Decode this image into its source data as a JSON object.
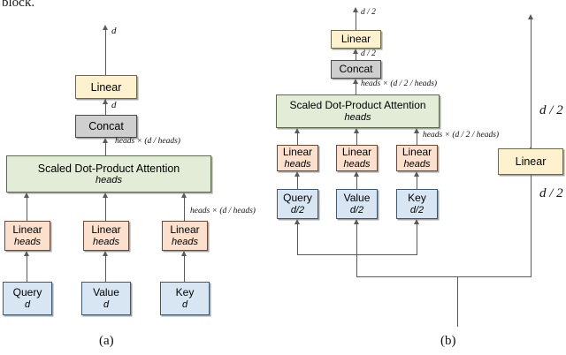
{
  "page": {
    "top_text": "block."
  },
  "panel_a": {
    "caption": "(a)",
    "output_label": "d",
    "linear_out": {
      "title": "Linear"
    },
    "concat_label": "d",
    "concat": {
      "title": "Concat"
    },
    "attention_in_label": "heads × (d / heads)",
    "attention": {
      "title": "Scaled Dot-Product Attention",
      "sub": "heads"
    },
    "proj_in_label": "heads × (d / heads)",
    "projections": [
      {
        "title": "Linear",
        "sub": "heads"
      },
      {
        "title": "Linear",
        "sub": "heads"
      },
      {
        "title": "Linear",
        "sub": "heads"
      }
    ],
    "inputs": [
      {
        "title": "Query",
        "sub": "d"
      },
      {
        "title": "Value",
        "sub": "d"
      },
      {
        "title": "Key",
        "sub": "d"
      }
    ]
  },
  "panel_b": {
    "caption": "(b)",
    "output_label": "d / 2",
    "linear_out": {
      "title": "Linear"
    },
    "concat_label": "d / 2",
    "concat": {
      "title": "Concat"
    },
    "attention_in_label": "heads × (d / 2 / heads)",
    "attention": {
      "title": "Scaled Dot-Product Attention",
      "sub": "heads"
    },
    "proj_in_label": "heads × (d / 2 / heads)",
    "projections": [
      {
        "title": "Linear",
        "sub": "heads"
      },
      {
        "title": "Linear",
        "sub": "heads"
      },
      {
        "title": "Linear",
        "sub": "heads"
      }
    ],
    "inputs": [
      {
        "title": "Query",
        "sub": "d/2"
      },
      {
        "title": "Value",
        "sub": "d/2"
      },
      {
        "title": "Key",
        "sub": "d/2"
      }
    ],
    "bypass": {
      "linear": {
        "title": "Linear"
      },
      "label_above": "d / 2",
      "label_below": "d / 2"
    }
  },
  "colors": {
    "yellow": "#fdf2cd",
    "grey": "#cfcfcf",
    "green": "#e3ecd6",
    "peach": "#fbe0ce",
    "blue": "#d8e6f3",
    "line": "#5a5a5a"
  }
}
